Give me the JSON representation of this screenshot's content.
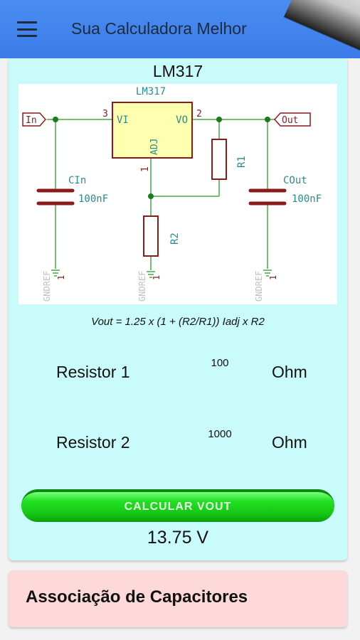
{
  "appbar": {
    "title": "Sua Calculadora Melhor",
    "menu_icon": "hamburger-menu-icon"
  },
  "regulator": {
    "title": "LM317",
    "schematic": {
      "ic_label": "LM317",
      "pin_vi": "VI",
      "pin_vo": "VO",
      "pin_adj": "ADJ",
      "pin3": "3",
      "pin2": "2",
      "pin1": "1",
      "port_in": "In",
      "port_out": "Out",
      "cin_name": "CIn",
      "cin_value": "100nF",
      "cout_name": "COut",
      "cout_value": "100nF",
      "r1": "R1",
      "r2": "R2",
      "gnd1": "GNDREF",
      "gnd2": "GNDREF",
      "gnd3": "GNDREF",
      "gnd_pin": "1"
    },
    "formula": "Vout = 1.25 x (1 + (R2/R1)) Iadj x R2",
    "resistor1": {
      "label": "Resistor 1",
      "value": "100",
      "unit": "Ohm"
    },
    "resistor2": {
      "label": "Resistor 2",
      "value": "1000",
      "unit": "Ohm"
    },
    "calc_button": "CALCULAR VOUT",
    "result": "13.75 V"
  },
  "capacitors": {
    "title": "Associação de Capacitores"
  },
  "colors": {
    "appbar": "#3b7ce8",
    "card": "#c9fbfb",
    "card2": "#fdd9d9",
    "button": "#16c816",
    "wire": "#47a847",
    "component": "#8b1a1a",
    "ic_fill": "#ffffb0"
  }
}
